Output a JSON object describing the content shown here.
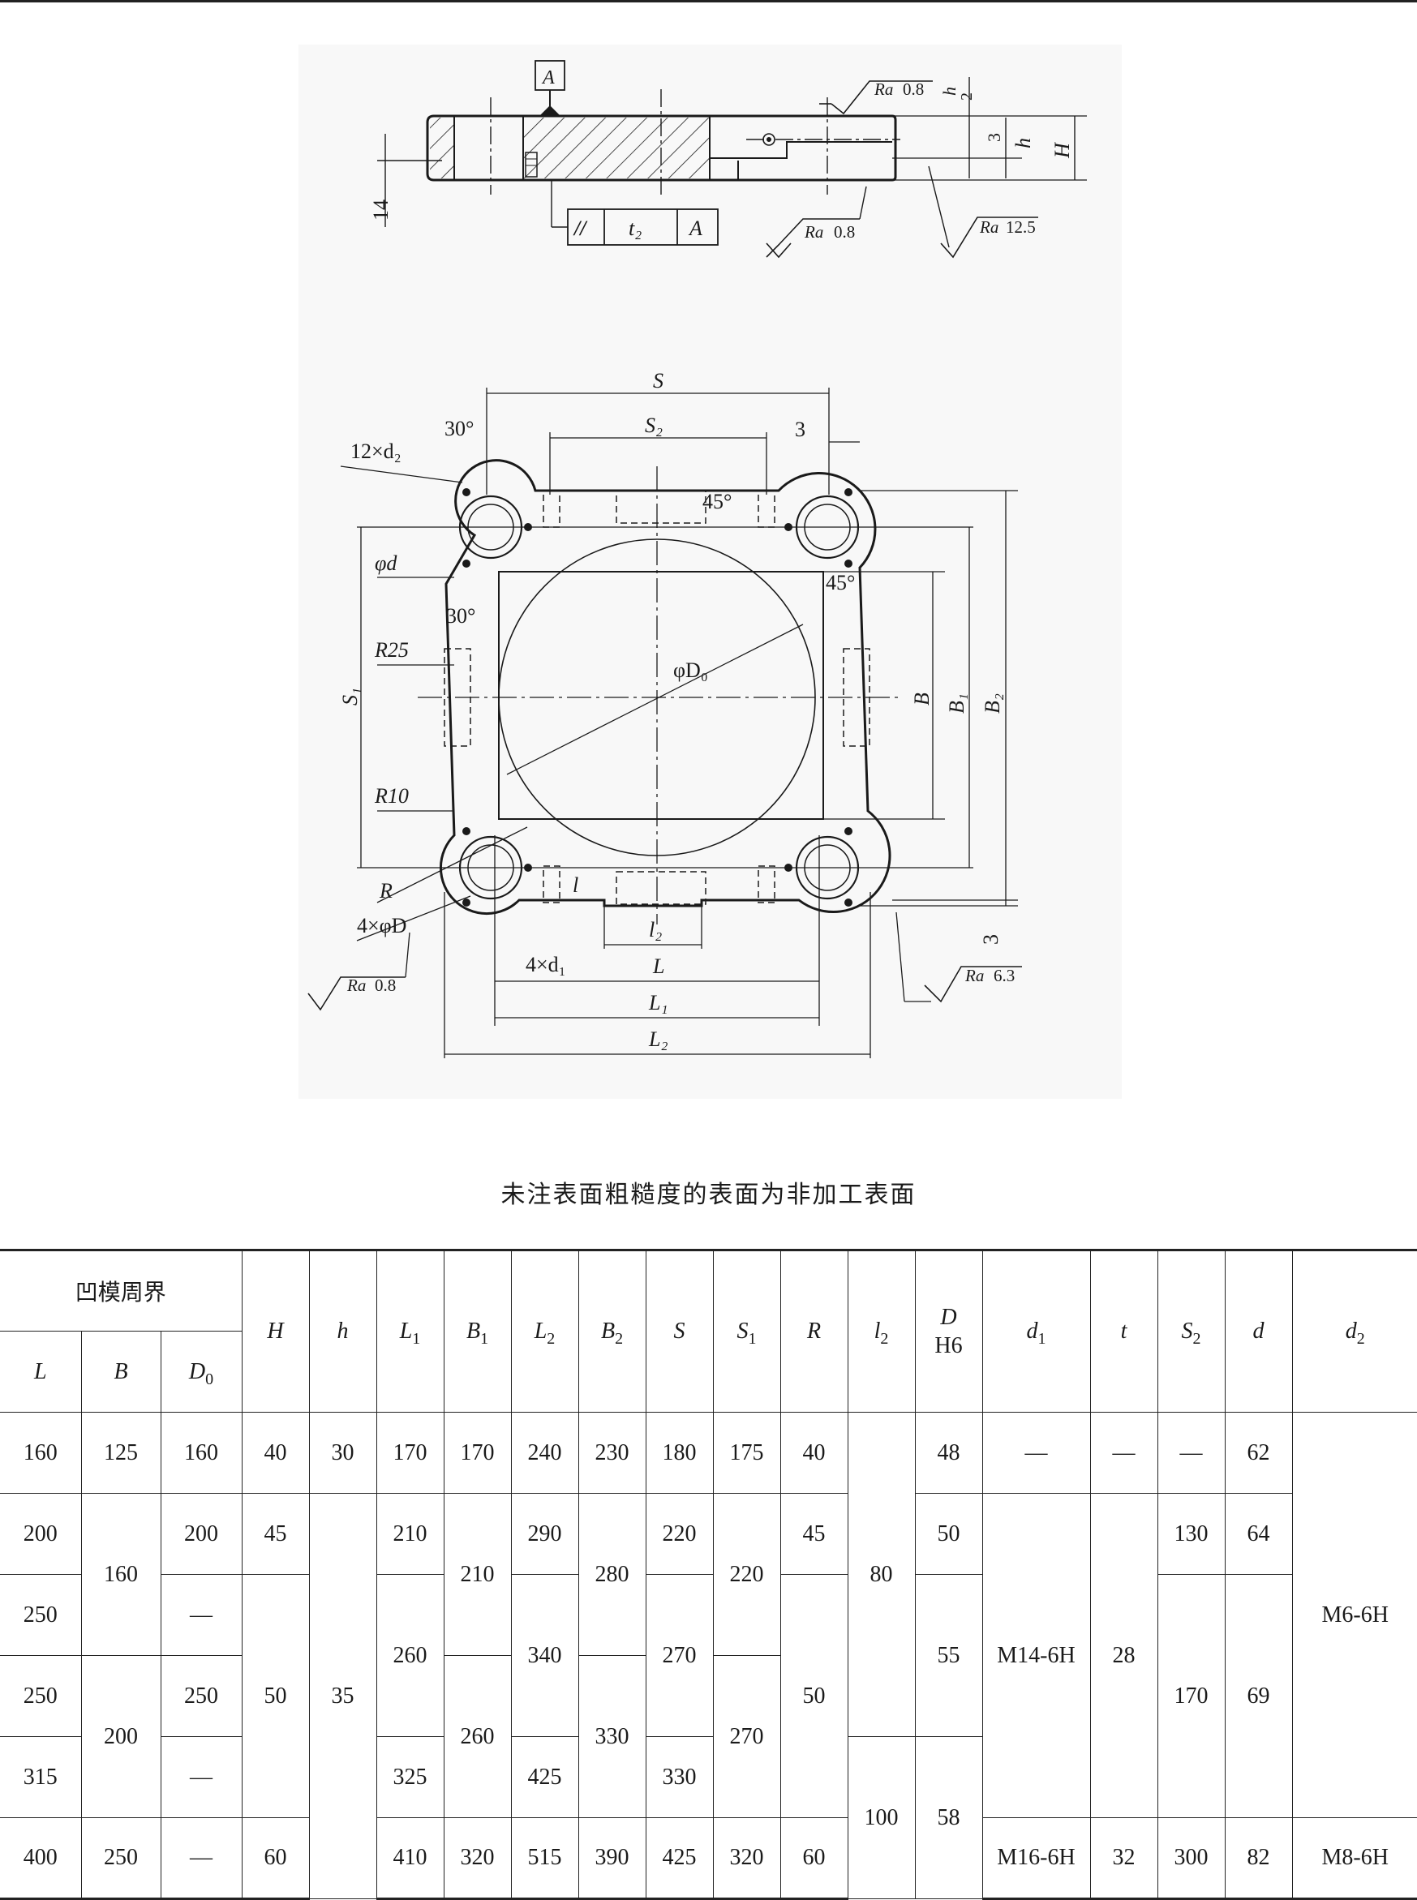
{
  "drawing": {
    "datum": "A",
    "roughness_symbol": "Ra",
    "roughness_values": [
      "0.8",
      "12.5",
      "6.3"
    ],
    "dims_top": [
      "h",
      "2",
      "3",
      "h",
      "H",
      "14"
    ],
    "tolerance_frame": [
      "//",
      "t₂",
      "A"
    ],
    "dims_plan": [
      "S",
      "S₂",
      "3",
      "30°",
      "12×d₂",
      "φd",
      "30°",
      "45°",
      "45°",
      "R25",
      "S₁",
      "φD₀",
      "B",
      "B₁",
      "B₂",
      "R10",
      "R",
      "4×φD",
      "l",
      "l₂",
      "4×d₁",
      "L",
      "L₁",
      "L₂",
      "3"
    ]
  },
  "caption": "未注表面粗糙度的表面为非加工表面",
  "table": {
    "group_header": "凹模周界",
    "sub_headers": [
      "L",
      "B",
      "D",
      "0"
    ],
    "headers": [
      "H",
      "h",
      "L",
      "1",
      "B",
      "1",
      "L",
      "2",
      "B",
      "2",
      "S",
      "S",
      "1",
      "R",
      "l",
      "2",
      "D",
      "H6",
      "d",
      "1",
      "t",
      "S",
      "2",
      "d",
      "d",
      "2"
    ],
    "rows": [
      [
        "160",
        "125",
        "160",
        "40",
        "30",
        "170",
        "170",
        "240",
        "230",
        "180",
        "175",
        "40",
        "80",
        "48",
        "—",
        "—",
        "—",
        "62",
        "M6-6H"
      ],
      [
        "200",
        "160",
        "200",
        "45",
        "35",
        "210",
        "210",
        "290",
        "280",
        "220",
        "220",
        "45",
        "50",
        "M14-6H",
        "28",
        "130",
        "64"
      ],
      [
        "250",
        "—",
        "50",
        "260",
        "340",
        "270",
        "50",
        "55",
        "170",
        "69"
      ],
      [
        "250",
        "200",
        "250",
        "260",
        "330",
        "270"
      ],
      [
        "315",
        "—",
        "325",
        "425",
        "330",
        "100",
        "58"
      ],
      [
        "400",
        "250",
        "—",
        "60",
        "410",
        "320",
        "515",
        "390",
        "425",
        "320",
        "60",
        "M16-6H",
        "32",
        "300",
        "82",
        "M8-6H"
      ]
    ]
  }
}
